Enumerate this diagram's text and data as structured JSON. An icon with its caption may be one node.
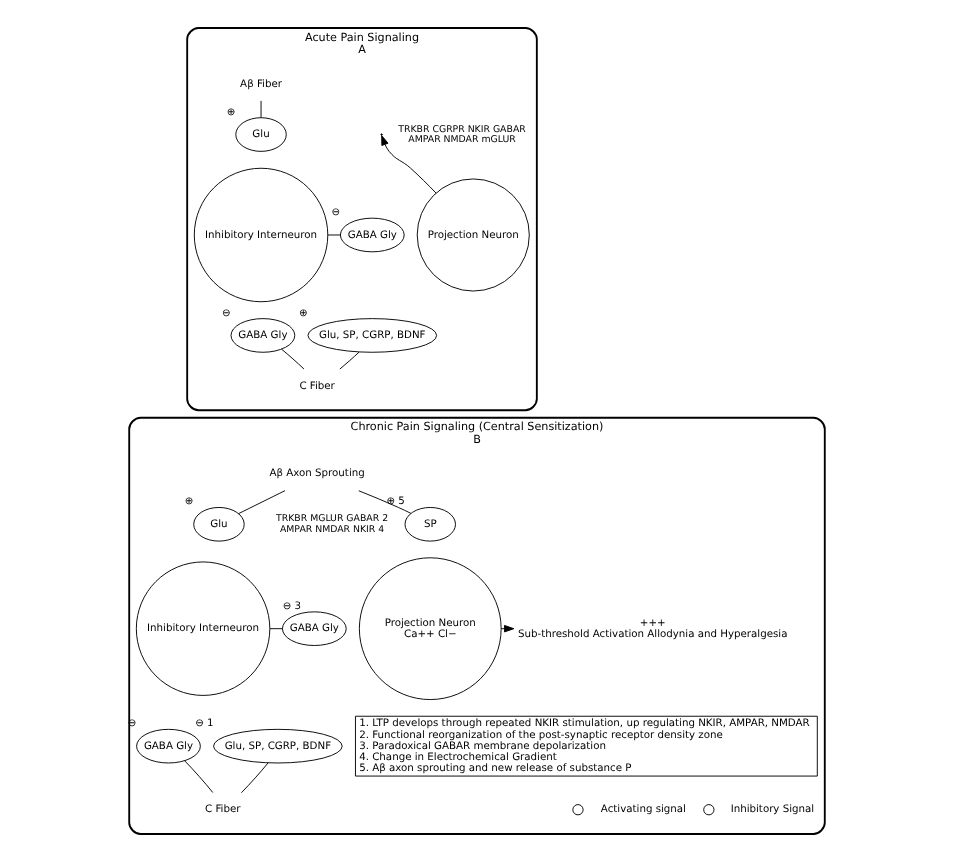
{
  "diagram": {
    "nodes": [
      {
        "text": [
          "Acute Pain Signaling",
          "A"
        ]
      },
      {
        "text": [
          "Aβ Fiber"
        ],
        "in": 0
      },
      {
        "text": [
          "Glu"
        ],
        "in": 0,
        "beside": [
          "⊕"
        ]
      },
      {
        "text": [
          "Inhibitory Interneuron"
        ],
        "in": 0
      },
      {
        "text": [
          "GABA Gly"
        ],
        "in": 0,
        "beside": [
          "⊖"
        ]
      },
      {
        "text": [
          "GABA Gly"
        ],
        "in": 0,
        "beside": [
          "⊖"
        ]
      },
      {
        "text": [
          "Projection Neuron"
        ],
        "in": 0,
        "beside": [
          "TRKBR",
          "CGRPR",
          "NKIR",
          "GABAR",
          "AMPAR",
          "NMDAR",
          "mGLUR"
        ]
      },
      {
        "text": [
          "Glu, SP, CGRP, BDNF"
        ],
        "in": 0,
        "beside": [
          "⊕"
        ]
      },
      {
        "text": [
          "C Fiber"
        ],
        "in": 0
      },
      {
        "text": [
          "Chronic Pain Signaling (Central Sensitization)",
          "B"
        ]
      },
      {
        "text": [
          "Aβ Axon Sprouting"
        ],
        "in": 9
      },
      {
        "text": [
          "SP"
        ],
        "in": 9,
        "beside": [
          "⊕",
          "5"
        ]
      },
      {
        "text": [
          "Glu"
        ],
        "in": 9,
        "beside": [
          "⊕"
        ]
      },
      {
        "text": [
          "Inhibitory Interneuron"
        ],
        "in": 9
      },
      {
        "text": [
          "GABA Gly"
        ],
        "in": 9,
        "beside": [
          "⊖",
          "3"
        ]
      },
      {
        "text": [
          "GABA Gly"
        ],
        "in": 9,
        "beside": [
          "⊖"
        ]
      },
      {
        "text": [
          "Projection Neuron",
          "Ca++ Cl−"
        ],
        "in": 9,
        "beside": [
          "TRKBR",
          "MGLUR",
          "GABAR",
          "2",
          "AMPAR",
          "NMDAR",
          "NKIR",
          "4"
        ]
      },
      {
        "text": [
          "Glu, SP, CGRP, BDNF"
        ],
        "in": 9,
        "beside": [
          "⊖",
          "1"
        ]
      },
      {
        "text": [
          "C Fiber"
        ],
        "in": 9
      },
      {
        "text": [
          "+++",
          "Sub-threshold Activation Allodynia and Hyperalgesia"
        ],
        "in": 9
      },
      {
        "text": [
          "1. LTP develops through repeated NKIR stimulation, up regulating NKIR, AMPAR, NMDAR",
          "2. Functional reorganization of the post-synaptic receptor density zone",
          "3. Paradoxical GABAR membrane depolarization",
          "4. Change in Electrochemical Gradient",
          "5. Aβ axon sprouting and new release of substance P"
        ],
        "in": 9
      }
    ],
    "edges": [
      {
        "from": 1,
        "to": 2,
        "arrow": "none"
      },
      {
        "from": 3,
        "to": 4,
        "arrow": "none"
      },
      {
        "from": 8,
        "to": 5,
        "arrow": "none"
      },
      {
        "from": 8,
        "to": 7,
        "arrow": "none"
      },
      {
        "from": 6,
        "to": null,
        "arrow": "to"
      },
      {
        "from": 10,
        "to": 11,
        "arrow": "none"
      },
      {
        "from": 10,
        "to": 12,
        "arrow": "none"
      },
      {
        "from": 13,
        "to": 14,
        "arrow": "none"
      },
      {
        "from": 18,
        "to": 15,
        "arrow": "none"
      },
      {
        "from": 18,
        "to": 17,
        "arrow": "none"
      },
      {
        "from": 16,
        "to": 19,
        "arrow": "to"
      }
    ],
    "legend": [
      {
        "text": "Activating signal"
      },
      {
        "text": "Inhibitory Signal"
      }
    ]
  }
}
